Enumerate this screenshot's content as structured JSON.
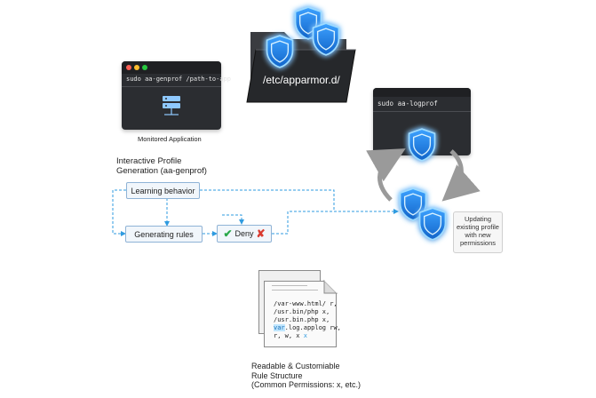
{
  "folder": {
    "path": "/etc/apparmor.d/"
  },
  "genprof_terminal": {
    "command": "sudo aa-genprof /path-to-app",
    "caption": "Monitored Application"
  },
  "logprof_terminal": {
    "command": "sudo aa-logprof"
  },
  "workflow": {
    "title_line1": "Interactive Profile",
    "title_line2": "Generation (aa-genprof)",
    "learning": "Learning behavior",
    "generating": "Generating rules",
    "decision": "Deny"
  },
  "update_note": {
    "line1": "Updating",
    "line2": "existing profile",
    "line3": "with new",
    "line4": "permissions"
  },
  "rules_doc": {
    "lines": [
      "/var-www.html/ r,",
      "/usr.bin/php   x,",
      "/usr.bin.php  x,"
    ],
    "line4_highlight": "var",
    "line4_rest": ".log.applog rw,",
    "line5_text": "r, w, x ",
    "line5_highlight": "x"
  },
  "caption": {
    "line1": "Readable & Customiable",
    "line2": "Rule Structure",
    "line3": "(Common Permissions: x, etc.)"
  },
  "colors": {
    "shield": "#1e7fe6",
    "glow": "#4ab8ff",
    "accent_blue": "#2f9be0",
    "ok_green": "#2aa84a",
    "deny_red": "#d93b30"
  },
  "icons": [
    "shield-icon",
    "folder-icon",
    "server-icon",
    "check-icon",
    "cross-icon",
    "refresh-arrow-icon",
    "document-icon"
  ]
}
